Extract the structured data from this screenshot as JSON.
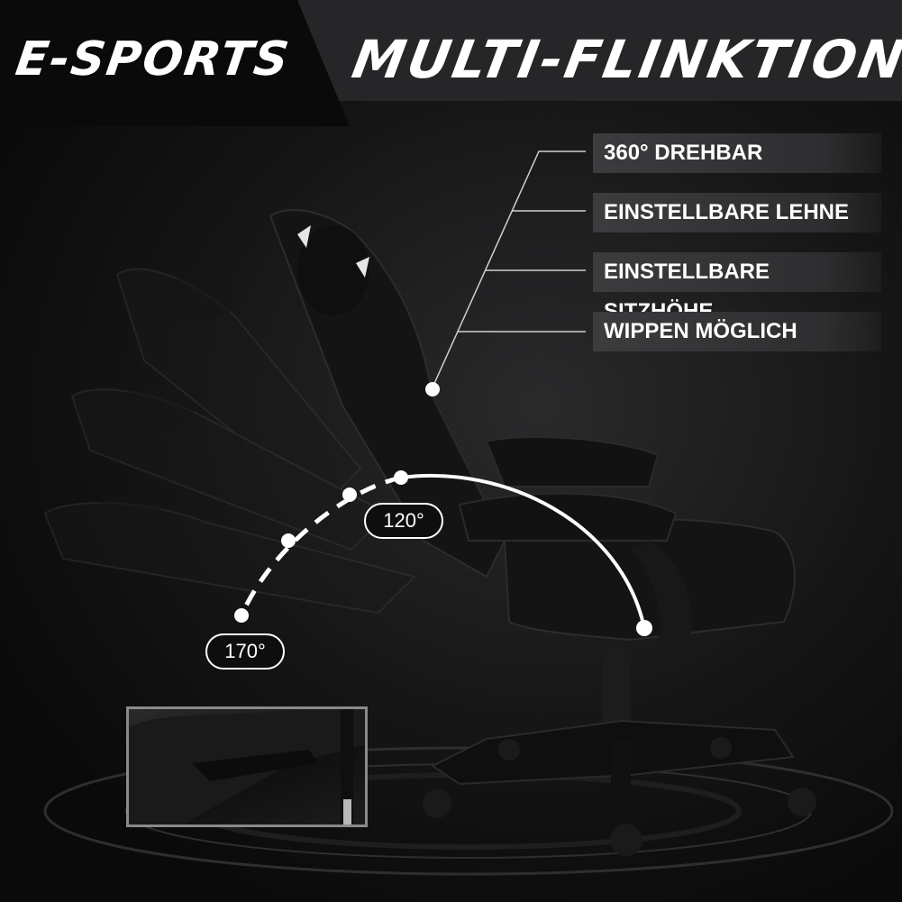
{
  "header": {
    "left_title": "E-SPORTS",
    "right_title": "MULTI-FLINKTION"
  },
  "features": [
    {
      "label": "360° DREHBAR"
    },
    {
      "label": "EINSTELLBARE LEHNE"
    },
    {
      "label": "EINSTELLBARE SITZHÖHE"
    },
    {
      "label": "WIPPEN MÖGLICH"
    }
  ],
  "angles": {
    "upright": "120°",
    "reclined": "170°"
  },
  "colors": {
    "header_bar": "#262628",
    "left_tab": "#0a0a0b",
    "feature_box": "#3a3a3c",
    "text": "#ffffff"
  }
}
